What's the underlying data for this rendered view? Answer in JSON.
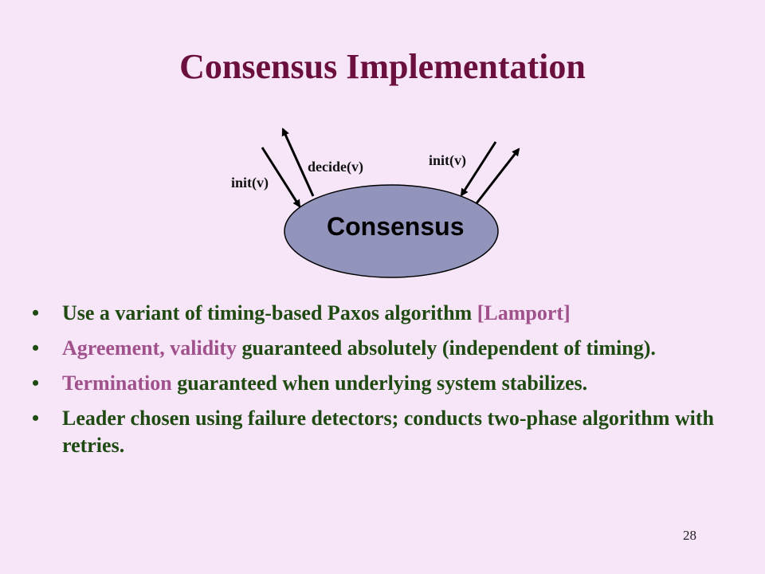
{
  "title": "Consensus Implementation",
  "diagram": {
    "box_label": "Consensus",
    "label_init_left": "init(v)",
    "label_decide": "decide(v)",
    "label_init_right": "init(v)"
  },
  "bullets": [
    {
      "parts": [
        {
          "text": "Use a variant of timing-based Paxos algorithm ",
          "highlight": false
        },
        {
          "text": "[Lamport]",
          "highlight": true
        }
      ]
    },
    {
      "parts": [
        {
          "text": "Agreement, validity",
          "highlight": true
        },
        {
          "text": " guaranteed absolutely (independent of timing).",
          "highlight": false
        }
      ]
    },
    {
      "parts": [
        {
          "text": "Termination",
          "highlight": true
        },
        {
          "text": " guaranteed when underlying system stabilizes.",
          "highlight": false
        }
      ]
    },
    {
      "parts": [
        {
          "text": "Leader chosen using failure detectors; conducts two-phase algorithm with retries.",
          "highlight": false
        }
      ]
    }
  ],
  "bullet_symbol": "•",
  "page_number": "28",
  "colors": {
    "background": "#f6e6f8",
    "title": "#6b0f3f",
    "body_text": "#1f4a12",
    "highlight": "#a0508a",
    "ellipse_fill": "#9294bc"
  }
}
